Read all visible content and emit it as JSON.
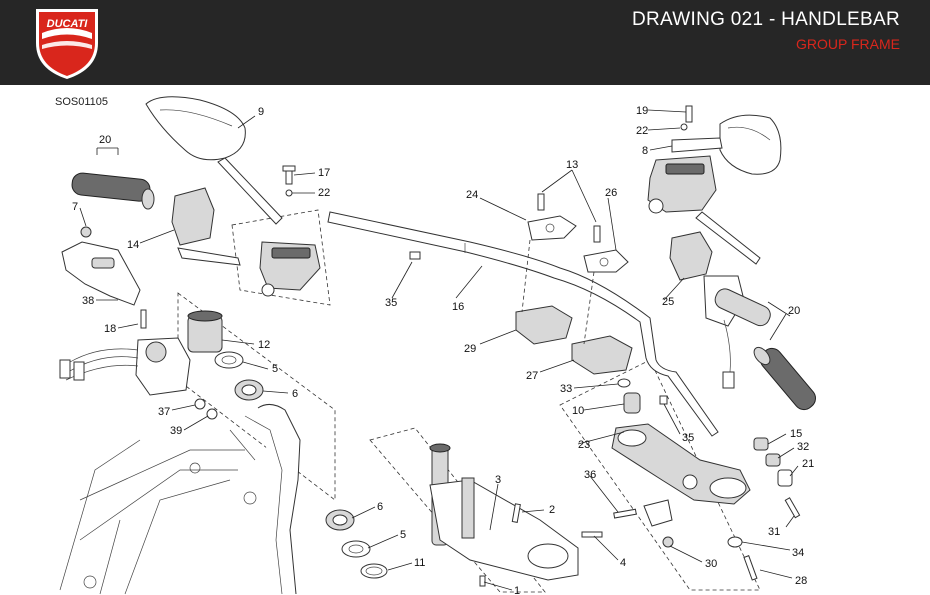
{
  "header": {
    "brand": "DUCATI",
    "title": "DRAWING 021 - HANDLEBAR",
    "subtitle": "GROUP FRAME"
  },
  "colors": {
    "header_bg": "#262626",
    "title": "#ffffff",
    "subtitle": "#d9261c",
    "logo_red": "#d9261c"
  },
  "drawing": {
    "code": "SOS01105",
    "callouts": {
      "c9": "9",
      "c17": "17",
      "c22a": "22",
      "c20a": "20",
      "c7": "7",
      "c14": "14",
      "c38": "38",
      "c18": "18",
      "c12": "12",
      "c5a": "5",
      "c6a": "6",
      "c37": "37",
      "c39": "39",
      "c35a": "35",
      "c16": "16",
      "c24": "24",
      "c13": "13",
      "c26": "26",
      "c29": "29",
      "c27": "27",
      "c33": "33",
      "c10": "10",
      "c35b": "35",
      "c19": "19",
      "c22b": "22",
      "c8": "8",
      "c25": "25",
      "c20b": "20",
      "c15": "15",
      "c32": "32",
      "c21": "21",
      "c23": "23",
      "c36": "36",
      "c31": "31",
      "c34": "34",
      "c28": "28",
      "c30": "30",
      "c4": "4",
      "c3": "3",
      "c2": "2",
      "c1": "1",
      "c6b": "6",
      "c5b": "5",
      "c11": "11"
    }
  }
}
